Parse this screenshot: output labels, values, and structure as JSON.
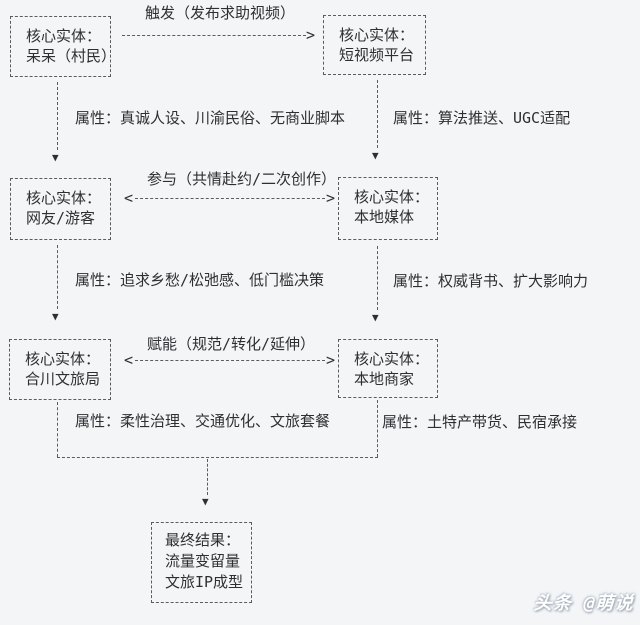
{
  "colors": {
    "background": "#f3f5f7",
    "line": "#595c60",
    "text": "#2d3033",
    "watermark": "#ffffff"
  },
  "nodes": {
    "daidai": {
      "label": "核心实体：",
      "name": "呆呆（村民）"
    },
    "platform": {
      "label": "核心实体：",
      "name": "短视频平台"
    },
    "netizens": {
      "label": "核心实体：",
      "name": "网友/游客"
    },
    "media": {
      "label": "核心实体：",
      "name": "本地媒体"
    },
    "bureau": {
      "label": "核心实体：",
      "name": "合川文旅局"
    },
    "merchants": {
      "label": "核心实体：",
      "name": "本地商家"
    },
    "result": {
      "label": "最终结果：",
      "line1": "流量变留量",
      "line2": "文旅IP成型"
    }
  },
  "edges": {
    "trigger": {
      "label": "触发（发布求助视频）",
      "direction": "one-way-right"
    },
    "participate": {
      "label": "参与（共情赴约/二次创作）",
      "direction": "two-way"
    },
    "empower": {
      "label": "赋能（规范/转化/延伸）",
      "direction": "two-way"
    }
  },
  "attributes": {
    "daidai": "属性：真诚人设、川渝民俗、无商业脚本",
    "platform": "属性：算法推送、UGC适配",
    "netizens": "属性：追求乡愁/松弛感、低门槛决策",
    "media": "属性：权威背书、扩大影响力",
    "bureau": "属性：柔性治理、交通优化、文旅套餐",
    "merchants": "属性：土特产带货、民宿承接"
  },
  "icons": {
    "arrow_down": "▼",
    "arrow_right": ">",
    "arrow_left": "<"
  },
  "watermark": {
    "text": "头条 @萌说"
  }
}
